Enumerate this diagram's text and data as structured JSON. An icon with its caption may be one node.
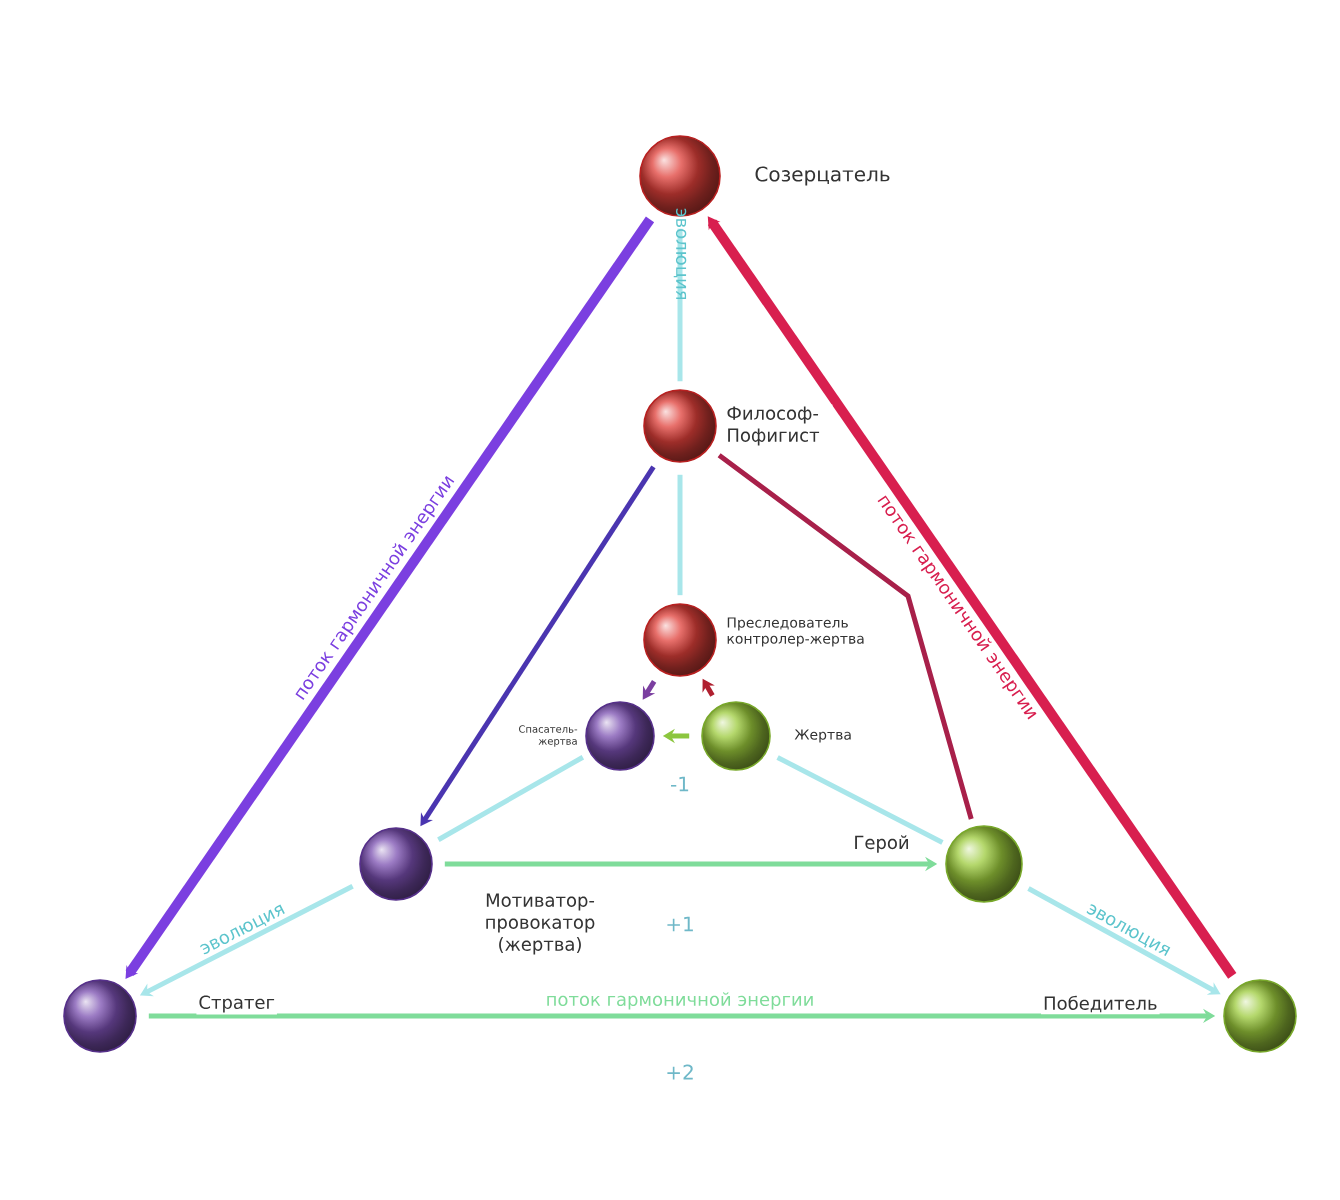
{
  "diagram": {
    "nodes": [
      {
        "text": [
          "Созерцатель"
        ]
      },
      {
        "text": [
          "Философ- Пофигист"
        ]
      },
      {
        "text": [
          "Преследователь контролер-жертва"
        ]
      },
      {
        "text": [
          "Спасатель- жертва"
        ]
      },
      {
        "text": [
          "Жертва"
        ]
      },
      {
        "text": [
          "Мотиватор- провокатор (жертва)"
        ]
      },
      {
        "text": [
          "Герой"
        ]
      },
      {
        "text": [
          "Стратег"
        ]
      },
      {
        "text": [
          "Победитель"
        ]
      }
    ],
    "edges": [
      {
        "from": 0,
        "to": 7,
        "arrow": "to",
        "label": "поток гармоничной энергии",
        "style": "thick",
        "color": "#7b3fe0"
      },
      {
        "from": 8,
        "to": 0,
        "arrow": "to",
        "label": "поток гармоничной энергии",
        "style": "thick",
        "color": "#d81f4f"
      },
      {
        "from": 7,
        "to": 8,
        "arrow": "to",
        "label": "поток гармоничной энергии",
        "color": "#7fdc9a"
      },
      {
        "from": 0,
        "to": 1,
        "arrow": "none",
        "label": "эволюция"
      },
      {
        "from": 1,
        "to": 2,
        "arrow": "none"
      },
      {
        "from": 1,
        "to": 5,
        "arrow": "to",
        "color": "#4a35b0"
      },
      {
        "from": 1,
        "to": 6,
        "arrow": "none",
        "color": "#a8204a"
      },
      {
        "from": 5,
        "to": 7,
        "arrow": "to",
        "label": "эволюция"
      },
      {
        "from": 5,
        "to": 3,
        "arrow": "none"
      },
      {
        "from": 4,
        "to": 6,
        "arrow": "none"
      },
      {
        "from": 6,
        "to": 8,
        "arrow": "to",
        "label": "эволюция"
      },
      {
        "from": 5,
        "to": 6,
        "arrow": "to",
        "color": "#7fdc9a"
      },
      {
        "from": 4,
        "to": 3,
        "arrow": "to",
        "color": "#8cc63f"
      },
      {
        "from": 2,
        "to": 3,
        "arrow": "to",
        "color": "#7b3fa0"
      },
      {
        "from": 4,
        "to": 2,
        "arrow": "to",
        "color": "#b02030"
      }
    ],
    "labels": [
      "-1",
      "+1",
      "+2"
    ]
  }
}
